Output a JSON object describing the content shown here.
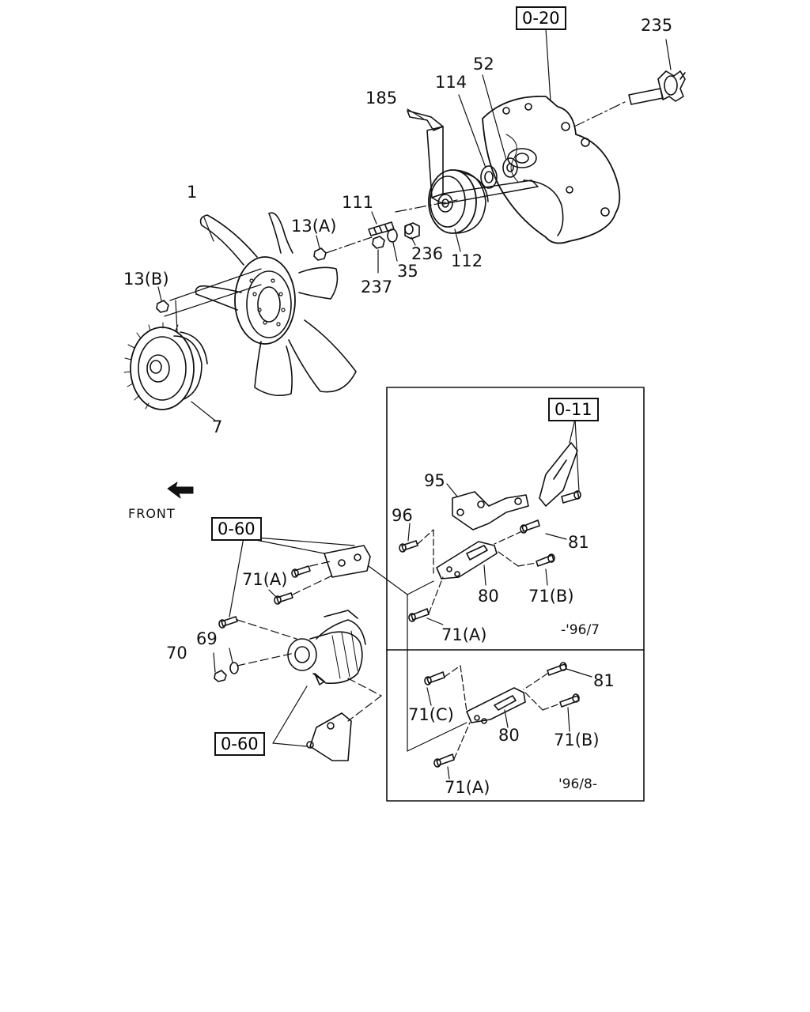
{
  "refs": {
    "r020": "0-20",
    "r011": "0-11",
    "r060a": "0-60",
    "r060b": "0-60"
  },
  "parts": {
    "p1": "1",
    "p7": "7",
    "p13a": "13(A)",
    "p13b": "13(B)",
    "p111": "111",
    "p237": "237",
    "p35": "35",
    "p236": "236",
    "p112": "112",
    "p114": "114",
    "p52": "52",
    "p185": "185",
    "p235": "235",
    "p95": "95",
    "p96": "96",
    "p81a": "81",
    "p80a": "80",
    "p71b_a": "71(B)",
    "p71a_a": "71(A)",
    "p71c": "71(C)",
    "p81b": "81",
    "p80b": "80",
    "p71b_b": "71(B)",
    "p71a_b": "71(A)",
    "p71a_c": "71(A)",
    "p70": "70",
    "p69": "69"
  },
  "front_label": "FRONT",
  "dates": {
    "upper": "-'96/7",
    "lower": "'96/8-"
  }
}
